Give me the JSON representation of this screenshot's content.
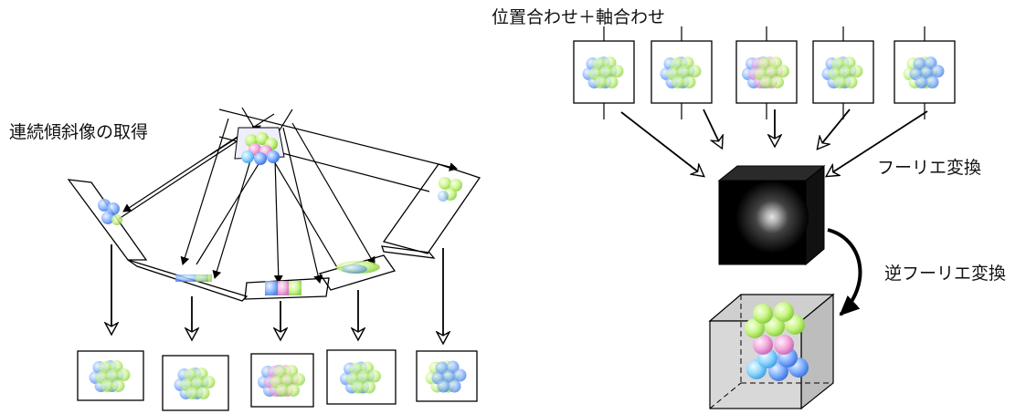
{
  "labels": {
    "acquisition": "連続傾斜像の取得",
    "alignment": "位置合わせ＋軸合わせ",
    "fourier": "フーリエ変換",
    "inverse_fourier": "逆フーリエ変換"
  },
  "colors": {
    "stroke": "#000000",
    "sphere_blue": "#6fa8ff",
    "sphere_green": "#b8f07a",
    "sphere_pink": "#f0a0d8",
    "sphere_cyan": "#7fd8ff",
    "fourier_cube": "#000000",
    "result_box": "#d8d8d8"
  },
  "tilt_views": [
    {
      "name": "tilt-view-1",
      "mix": [
        "sphere_blue",
        "sphere_green"
      ]
    },
    {
      "name": "tilt-view-2",
      "mix": [
        "sphere_blue",
        "sphere_green"
      ]
    },
    {
      "name": "tilt-view-3",
      "mix": [
        "sphere_blue",
        "sphere_pink",
        "sphere_green"
      ]
    },
    {
      "name": "tilt-view-4",
      "mix": [
        "sphere_blue",
        "sphere_green"
      ]
    },
    {
      "name": "tilt-view-5",
      "mix": [
        "sphere_green",
        "sphere_blue"
      ]
    }
  ]
}
